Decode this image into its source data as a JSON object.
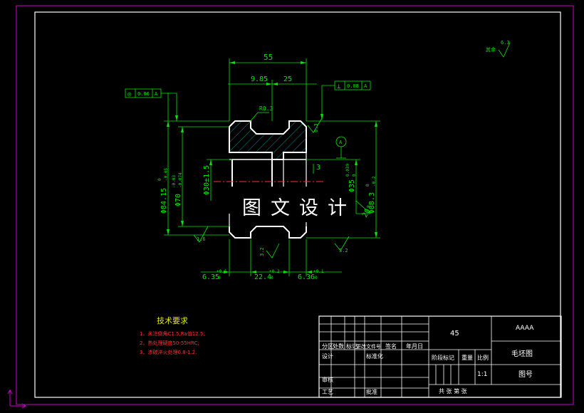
{
  "colors": {
    "background": "#000000",
    "outer_border": "#cc00cc",
    "inner_border": "#ffffff",
    "geometry": "#ffffff",
    "dimensions": "#00e600",
    "hatch": "#00b4c8",
    "centerline": "#ff3030",
    "tech_title": "#e6e600",
    "tech_text": "#ff3030"
  },
  "dimensions": {
    "total_length": "55",
    "left_offset": "9.85",
    "right_width": "25",
    "radius_label": "R0.3",
    "groove_depth": "3",
    "width_left": "6.35",
    "width_left_tol": "+0.1",
    "width_left_tol2": "0",
    "width_mid": "22.4",
    "width_mid_tol": "+0.2",
    "width_mid_tol2": "0",
    "width_right": "6.36",
    "width_right_tol": "+0.1",
    "width_right_tol2": "0",
    "dia_outer": "Φ84.15",
    "dia_outer_tol": "0",
    "dia_outer_tol2": "-0.05",
    "dia_mid": "Φ70",
    "dia_mid_tol": "-0.03",
    "dia_mid_tol2": "-0.074",
    "dia_small": "Φ30±1.5",
    "dia_right": "Φ88.3",
    "dia_right_tol": "0",
    "dia_right_tol2": "-0.2",
    "dia_inner": "Φ35",
    "dia_inner_tol": "0.039",
    "dia_inner_tol2": "0",
    "angle": "20°",
    "rough_top": "6.3",
    "rough_bottom_left": "1.6",
    "rough_bottom_right": "3.2",
    "rough_groove": "3.2",
    "rough_corner": "6.3",
    "rough_corner_label": "其余",
    "gdt_left_symbol": "◎",
    "gdt_left_value": "0.06",
    "gdt_left_ref": "A",
    "gdt_right_symbol": "⊥",
    "gdt_right_value": "0.08",
    "gdt_right_ref": "A",
    "datum_label": "A"
  },
  "watermark": "图文设计",
  "technical_requirements": {
    "title": "技术要求",
    "items": [
      "1、未注倒角C1.5,Ra值12.5;",
      "2、热处理硬度50-55HRC;",
      "3、渗碳淬火处理0.8-1.2."
    ]
  },
  "title_block": {
    "material": "45",
    "company": "AAAA",
    "drawing_name": "毛坯图",
    "drawing_no_label": "图号",
    "scale": "1:1",
    "stage_label": "阶段标记",
    "weight_label": "重量",
    "scale_label": "比例",
    "sheets": "共  张 第  张",
    "rev_headers": [
      "分区",
      "处数",
      "标记",
      "更改文件号",
      "签名",
      "年月日"
    ],
    "row_design": "设计",
    "row_standard": "标准化",
    "row_review": "审核",
    "row_process": "工艺",
    "row_approve": "批准"
  }
}
